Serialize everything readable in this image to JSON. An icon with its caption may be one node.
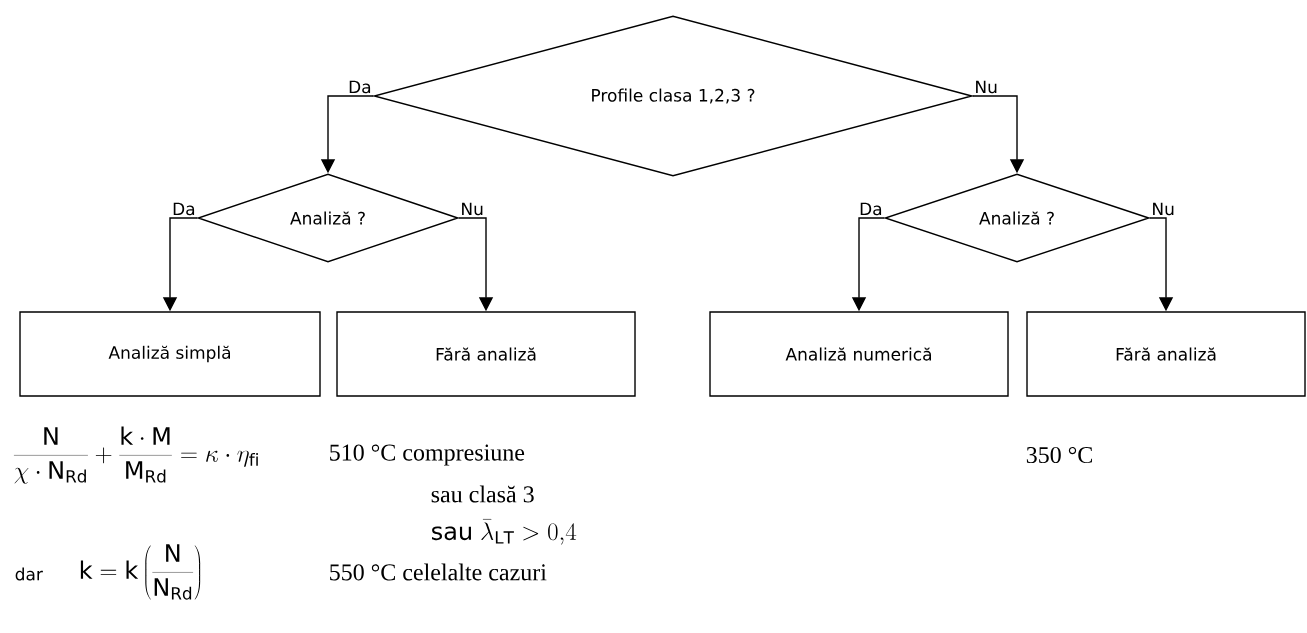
{
  "diagram": {
    "nodes": [
      {
        "text": [
          "Profile clasa 1,2,3 ?"
        ]
      },
      {
        "text": [
          "Analiză ?"
        ]
      },
      {
        "text": [
          "Analiză ?"
        ]
      },
      {
        "text": [
          "Analiză simplă"
        ],
        "beside": [
          "\\frac{\\mathrm{N}}{\\chi\\cdot \\mathrm{N}_{\\mathrm{Rd}}}+\\frac{\\mathrm{k}\\cdot \\mathrm{M}}{\\mathrm{M}_{\\mathrm{Rd}}}=\\kappa\\cdot\\eta_{\\mathrm{fi}}",
          "dar",
          "\\mathrm{k}=\\mathrm{k}\\left(\\frac{\\mathrm{N}}{\\mathrm{N}_{\\mathrm{Rd}}}\\right)"
        ]
      },
      {
        "text": [
          "Fără analiză"
        ],
        "beside": [
          "510 °C compresiune",
          "sau clasă 3",
          "\\mathrm{sau}\\;\\bar{\\lambda}_{\\mathrm{LT}} > 0{,}4",
          "550 °C celelalte cazuri"
        ]
      },
      {
        "text": [
          "Analiză numerică"
        ]
      },
      {
        "text": [
          "Fără analiză"
        ],
        "beside": [
          "350 °C"
        ]
      }
    ],
    "edges": [
      {
        "from": 0,
        "to": 1,
        "arrow": "to",
        "label": "Da"
      },
      {
        "from": 0,
        "to": 2,
        "arrow": "to",
        "label": "Nu"
      },
      {
        "from": 1,
        "to": 3,
        "arrow": "to",
        "label": "Da"
      },
      {
        "from": 1,
        "to": 4,
        "arrow": "to",
        "label": "Nu"
      },
      {
        "from": 2,
        "to": 5,
        "arrow": "to",
        "label": "Da"
      },
      {
        "from": 2,
        "to": 6,
        "arrow": "to",
        "label": "Nu"
      }
    ]
  }
}
